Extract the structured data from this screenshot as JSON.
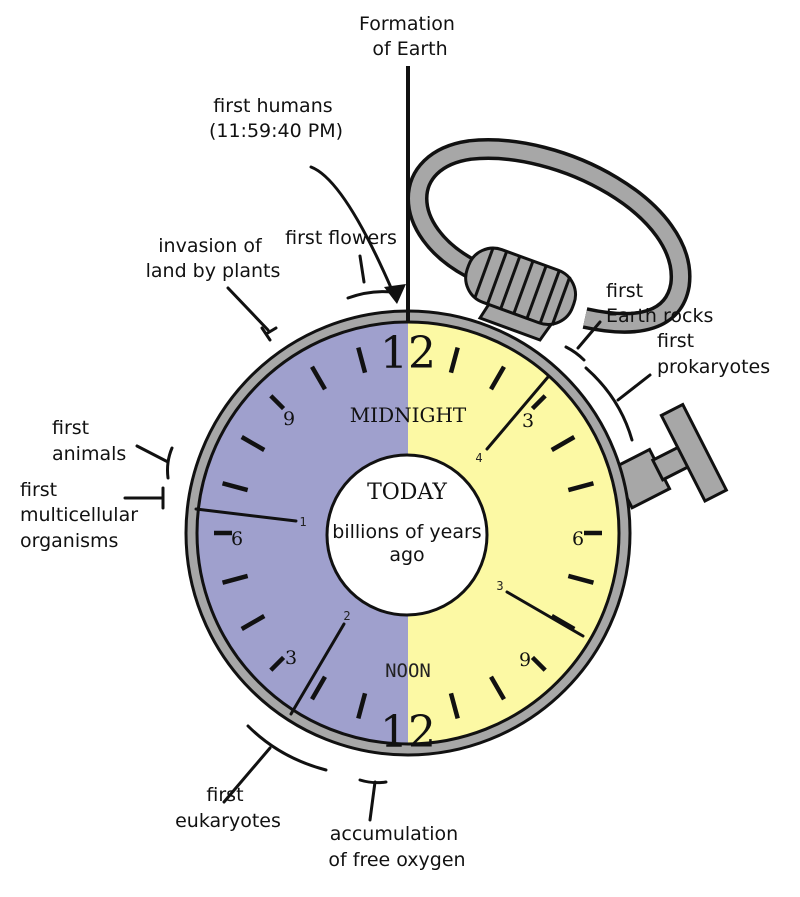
{
  "colors": {
    "night": "#9fa0cd",
    "day": "#fcf9a4",
    "case": "#a7a7a7",
    "outline": "#111111"
  },
  "clock": {
    "top_numeral": "12",
    "bottom_numeral": "12",
    "left_numerals": {
      "nine": "9",
      "six": "6",
      "three": "3"
    },
    "right_numerals": {
      "three": "3",
      "six": "6",
      "nine": "9"
    },
    "midnight": "MIDNIGHT",
    "noon": "NOON",
    "center_title": "TODAY",
    "center_sub1": "billions of years",
    "center_sub2": "ago",
    "billion_marks": [
      "1",
      "2",
      "3",
      "4"
    ]
  },
  "labels": {
    "formation": [
      "Formation",
      "of Earth"
    ],
    "first_humans": [
      "first humans",
      "(11:59:40 PM)"
    ],
    "first_flowers": [
      "first flowers"
    ],
    "land_plants": [
      "invasion of",
      "land by plants"
    ],
    "first_animals": [
      "first",
      "animals"
    ],
    "multicellular": [
      "first",
      "multicellular",
      "organisms"
    ],
    "first_rocks": [
      "first",
      "Earth rocks"
    ],
    "prokaryotes": [
      "first",
      "prokaryotes"
    ],
    "eukaryotes": [
      "first",
      "eukaryotes"
    ],
    "oxygen": [
      "accumulation",
      "of free oxygen"
    ]
  }
}
